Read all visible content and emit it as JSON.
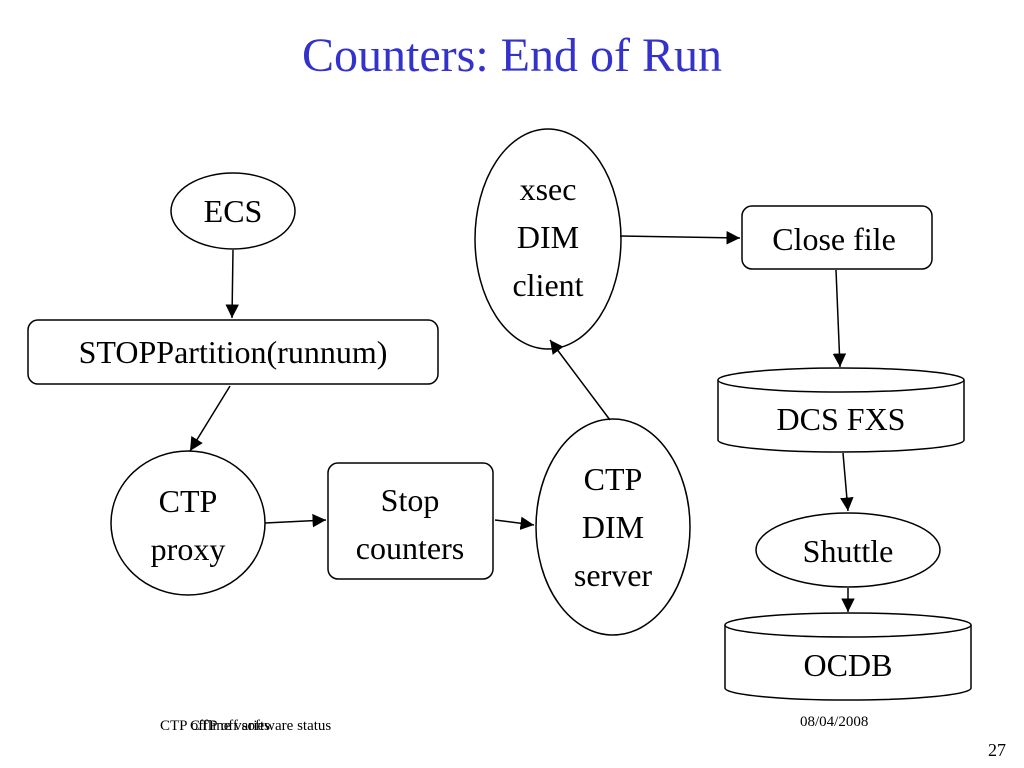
{
  "slide": {
    "title": "Counters: End of Run",
    "footer_left_a": "CTP offline varies",
    "footer_left_b": "CTP off software status",
    "footer_date": "08/04/2008",
    "page_number": "27"
  },
  "nodes": {
    "ecs": "ECS",
    "stop_partition": "STOPPartition(runnum)",
    "ctp_proxy": [
      "CTP",
      "proxy"
    ],
    "stop_counters": [
      "Stop",
      "counters"
    ],
    "ctp_dim_server": [
      "CTP",
      "DIM",
      "server"
    ],
    "xsec_dim_client": [
      "xsec",
      "DIM",
      "client"
    ],
    "close_file": "Close file",
    "dcs_fxs": "DCS FXS",
    "shuttle": "Shuttle",
    "ocdb": "OCDB"
  },
  "colors": {
    "title": "#3333cc",
    "stroke": "#000000"
  }
}
